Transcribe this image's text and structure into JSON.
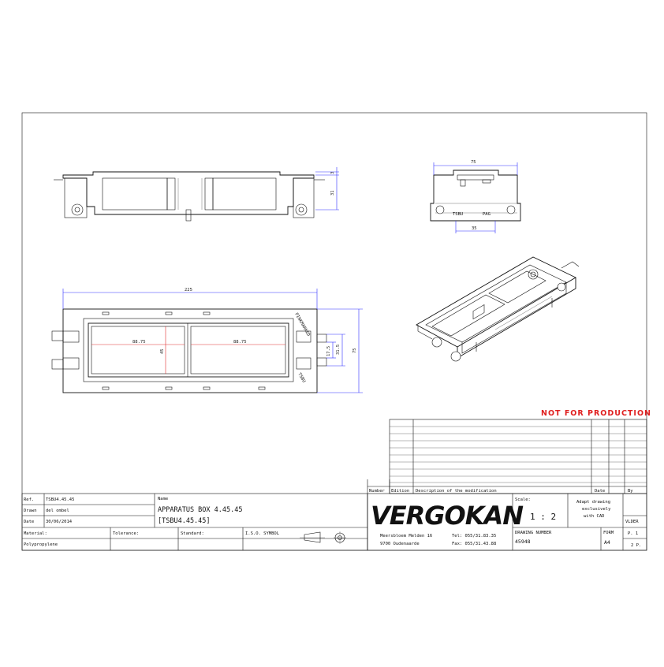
{
  "drawing": {
    "not_for_production": "NOT FOR PRODUCTION",
    "dimensions": {
      "side_height_top": "3",
      "side_height": "31",
      "end_width": "75",
      "end_bottom": "35",
      "plan_length": "225",
      "plan_height": "75",
      "plan_inner": "31.5",
      "plan_small": "17.5",
      "plan_left": "88.75",
      "plan_right": "88.75",
      "plan_mid": "45"
    },
    "labels": {
      "end_left": "TSBU",
      "end_right": "PAG",
      "plan_vertical_right": "PINKMARKED",
      "plan_vertical_small": "TSBU"
    }
  },
  "revision": {
    "headers": {
      "number": "Number",
      "edition": "Edition",
      "description": "Description of the modification",
      "date": "Date",
      "by": "By"
    }
  },
  "title_block": {
    "ref_label": "Ref.",
    "ref_value": "TSBU4.45.45",
    "drawn_label": "Drawn",
    "drawn_value": "del ombel",
    "date_label": "Date",
    "date_value": "30/06/2014",
    "name_label": "Name",
    "name_line1": "APPARATUS BOX 4.45.45",
    "name_line2": "[TSBU4.45.45]",
    "material_label": "Material:",
    "tolerance_label": "Tolerance:",
    "standard_label": "Standard:",
    "iso_label": "I.S.O. SYMBOL",
    "material_value": "Polypropylene",
    "company": "VERGOKAN",
    "address1": "Meersbloem Melden 16",
    "address2": "9700 Oudenaarde",
    "tel": "Tel: 055/31.83.35",
    "fax": "Fax: 055/31.43.88",
    "scale_label": "Scale:",
    "scale_value": "1 : 2",
    "note": [
      "Adapt drawing",
      "exclusively",
      "with CAD"
    ],
    "drawing_number_label": "DRAWING NUMBER",
    "drawing_number": "45948",
    "form_label": "FORM",
    "form_value": "A4",
    "folder_label": "VLDER",
    "page1": "P. 1",
    "page2": "2 P."
  }
}
